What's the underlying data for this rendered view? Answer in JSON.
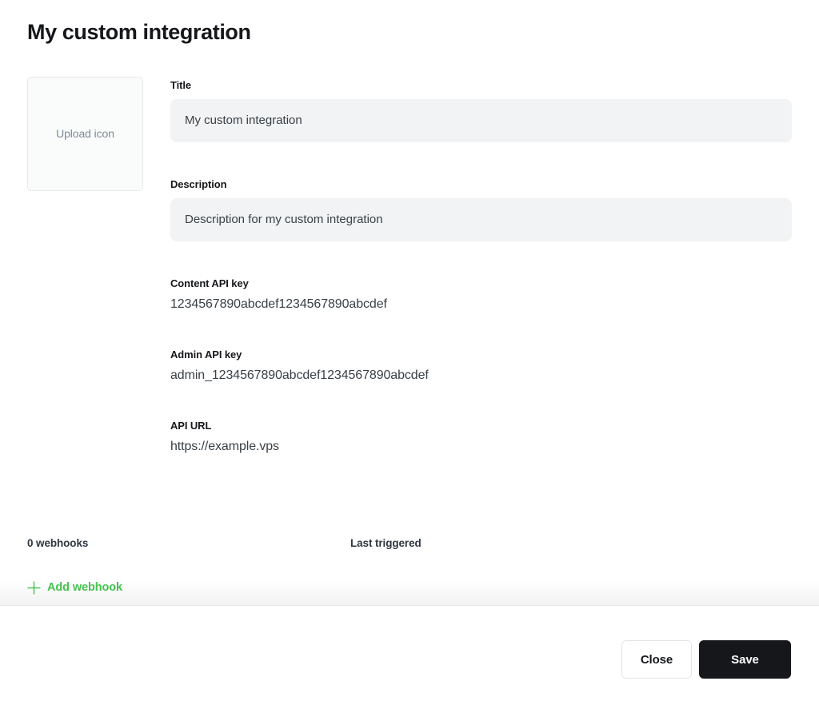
{
  "page": {
    "title": "My custom integration"
  },
  "colors": {
    "accent_green": "#47c551",
    "text_dark": "#15171a",
    "text_value": "#394047",
    "text_muted": "#7e8b99",
    "input_background": "#f1f3f4",
    "upload_box_background": "#fafbfb",
    "upload_box_border": "#e6e9eb",
    "save_button_background": "#15171a",
    "close_button_border": "#e2e5e8"
  },
  "upload": {
    "label": "Upload icon"
  },
  "form": {
    "title": {
      "label": "Title",
      "value": "My custom integration"
    },
    "description": {
      "label": "Description",
      "value": "Description for my custom integration"
    },
    "content_api_key": {
      "label": "Content API key",
      "value": "1234567890abcdef1234567890abcdef"
    },
    "admin_api_key": {
      "label": "Admin API key",
      "value": "admin_1234567890abcdef1234567890abcdef"
    },
    "api_url": {
      "label": "API URL",
      "value": "https://example.vps"
    }
  },
  "webhooks": {
    "count_header": "0 webhooks",
    "last_triggered_header": "Last triggered",
    "add_label": "Add webhook"
  },
  "footer": {
    "close_label": "Close",
    "save_label": "Save"
  }
}
